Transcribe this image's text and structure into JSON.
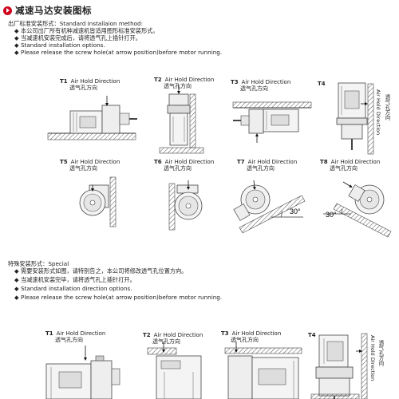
{
  "title": "减速马达安装图标",
  "standard": {
    "heading": "出厂标准安装形式：Standard installaion method:",
    "bullets": [
      "本公司出厂所有机种减速机皆适用图形标准安装形式。",
      "当减速机安装完成后，请将透气孔上插针打开。",
      "Standard installation options.",
      "Please release the screw hole(at arrow position)before motor running."
    ]
  },
  "special": {
    "heading": "特殊安装形式：Special",
    "bullets": [
      "需要安装形式如图，请特别告之，本公司将修改透气孔位置方向。",
      "当减速机安装完毕，请将透气孔上插针打开。",
      "Standard installation direction options.",
      "Please release the screw hole(at arrow position)before motor running."
    ]
  },
  "diagram_labels": {
    "direction_en": "Air Hold Direction",
    "direction_cn": "透气孔方向",
    "angle": "30°"
  },
  "standard_types": [
    "T1",
    "T2",
    "T3",
    "T4",
    "T5",
    "T6",
    "T7",
    "T8"
  ],
  "special_types": [
    "T1",
    "T2",
    "T3",
    "T4"
  ],
  "bullet_glyph": "◆"
}
